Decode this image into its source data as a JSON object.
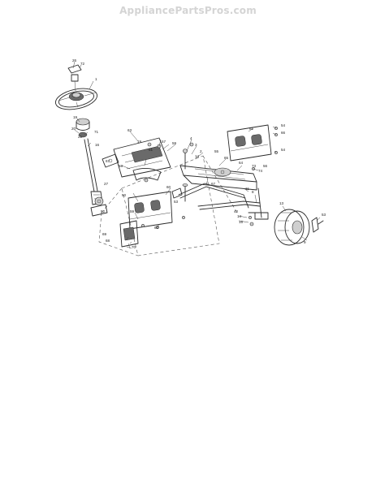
{
  "header": {
    "watermark": "AppliancePartsPros.com"
  },
  "callouts": [
    {
      "label": "26"
    },
    {
      "label": "72"
    },
    {
      "label": "1"
    },
    {
      "label": "19"
    },
    {
      "label": "20"
    },
    {
      "label": "21"
    },
    {
      "label": "71"
    },
    {
      "label": "16"
    },
    {
      "label": "63"
    },
    {
      "label": "19"
    },
    {
      "label": "57"
    },
    {
      "label": "51"
    },
    {
      "label": "59"
    },
    {
      "label": "58"
    },
    {
      "label": "67"
    },
    {
      "label": "4"
    },
    {
      "label": "3"
    },
    {
      "label": "2"
    },
    {
      "label": "14"
    },
    {
      "label": "61"
    },
    {
      "label": "54"
    },
    {
      "label": "66"
    },
    {
      "label": "55"
    },
    {
      "label": "65"
    },
    {
      "label": "64"
    },
    {
      "label": "74"
    },
    {
      "label": "73"
    },
    {
      "label": "56"
    },
    {
      "label": "54"
    },
    {
      "label": "67"
    },
    {
      "label": "11"
    },
    {
      "label": "50"
    },
    {
      "label": "60"
    },
    {
      "label": "53"
    },
    {
      "label": "59"
    },
    {
      "label": "61"
    },
    {
      "label": "70"
    },
    {
      "label": "42"
    },
    {
      "label": "14"
    },
    {
      "label": "15"
    },
    {
      "label": "8"
    },
    {
      "label": "13"
    },
    {
      "label": "53"
    },
    {
      "label": "9"
    },
    {
      "label": "69"
    },
    {
      "label": "68"
    },
    {
      "label": "52"
    },
    {
      "label": "27"
    }
  ]
}
